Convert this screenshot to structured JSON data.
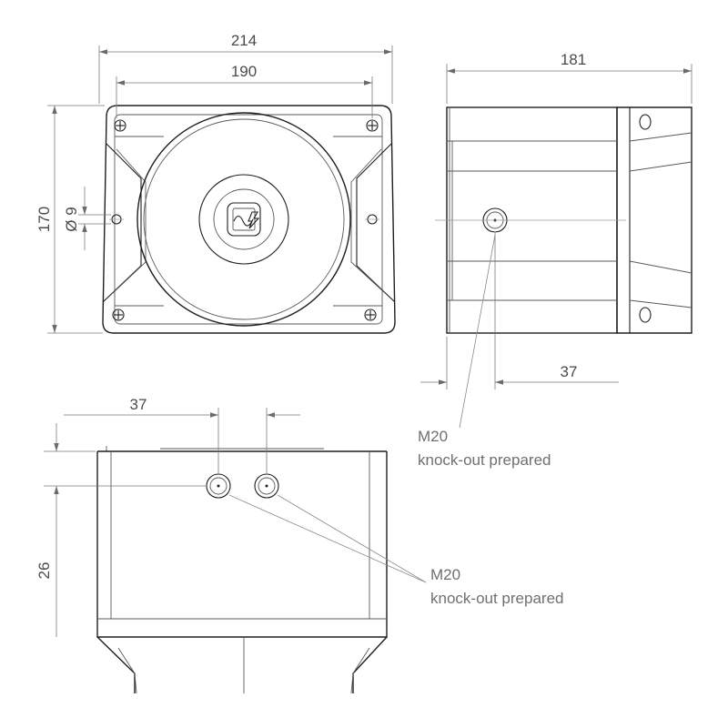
{
  "dimensions": {
    "front_outer_width": "214",
    "front_inner_width": "190",
    "front_height": "170",
    "front_hole_diameter": "Ø 9",
    "side_depth": "181",
    "side_knockout_offset": "37",
    "bottom_knockout_spacing": "37",
    "bottom_knockout_height": "26"
  },
  "callouts": {
    "side": {
      "line1": "M20",
      "line2": "knock-out prepared"
    },
    "bottom": {
      "line1": "M20",
      "line2": "knock-out prepared"
    }
  },
  "colors": {
    "outline": "#1e1e1e",
    "dimension": "#7a7a7a",
    "text": "#4a4a4a"
  }
}
